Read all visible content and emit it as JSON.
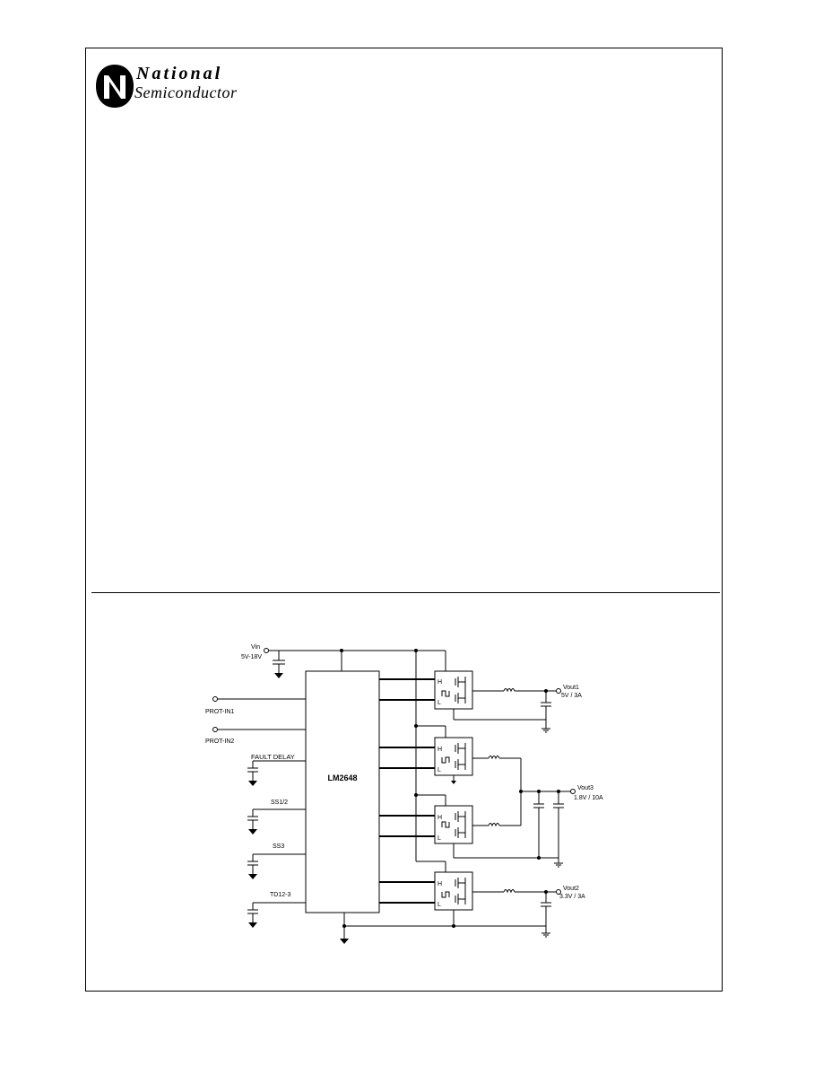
{
  "brand": {
    "line1": "National",
    "line2": "Semiconductor",
    "logo_icon": "national-semiconductor-logo"
  },
  "schematic": {
    "chip_label": "LM2648",
    "vin_label": "Vin",
    "vin_range": "5V-18V",
    "inputs": [
      "PROT-IN1",
      "PROT-IN2"
    ],
    "pin_labels": {
      "fault_delay": "FAULT DELAY",
      "ss12": "SS1/2",
      "ss3": "SS3",
      "td123": "TD12-3"
    },
    "driver_gate_labels": {
      "high": "H",
      "low": "L"
    },
    "outputs": [
      {
        "name": "Vout1",
        "rating": "5V / 3A"
      },
      {
        "name": "Vout3",
        "rating": "1.8V / 10A"
      },
      {
        "name": "Vout2",
        "rating": "3.3V / 3A"
      }
    ]
  }
}
